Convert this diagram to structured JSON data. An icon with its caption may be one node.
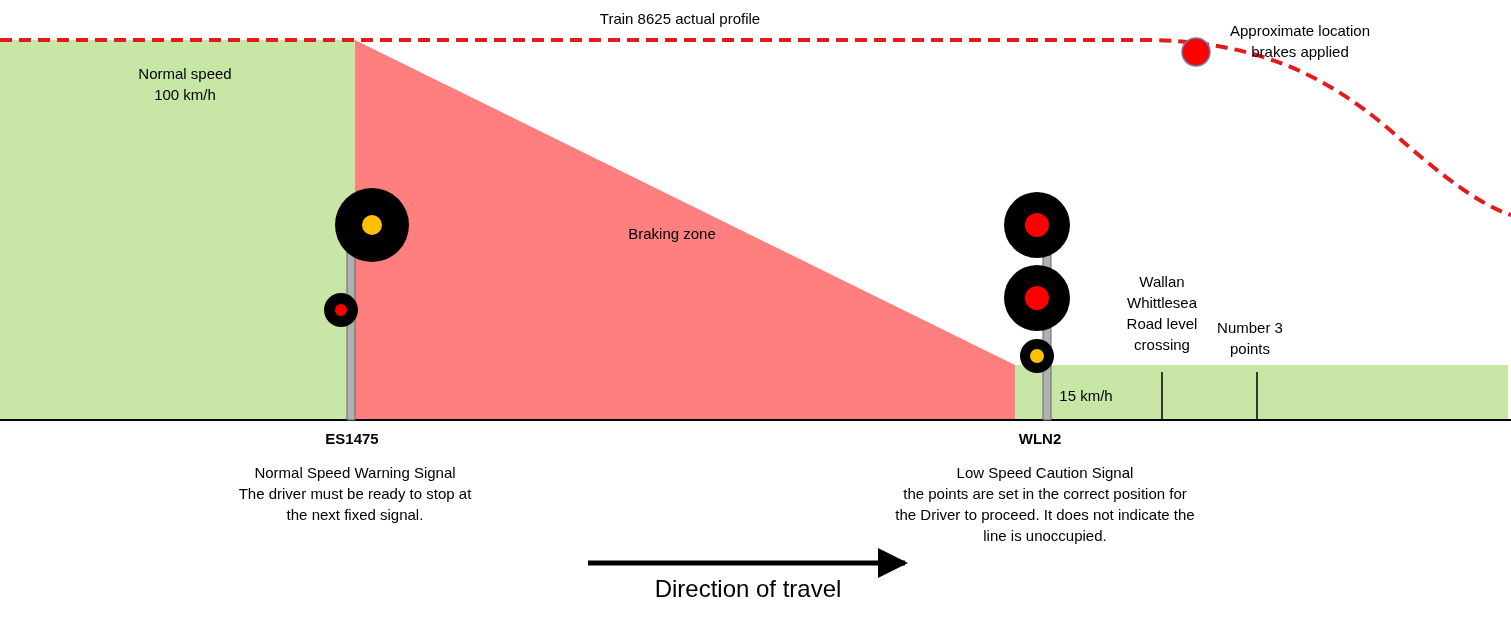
{
  "diagram": {
    "labels": [
      "Train 8625 actual profile",
      "Approximate location brakes applied",
      "Normal speed 100 km/h",
      "Braking zone",
      "Wallan Whittlesea Road level crossing",
      "Number 3 points",
      "15 km/h",
      "ES1475",
      "Normal Speed Warning Signal",
      "The driver must be ready to stop at the next fixed signal.",
      "WLN2",
      "Low Speed Caution Signal",
      "the points are set in the correct position for the Driver to proceed. It does not indicate the line is unoccupied.",
      "Direction of travel"
    ]
  }
}
